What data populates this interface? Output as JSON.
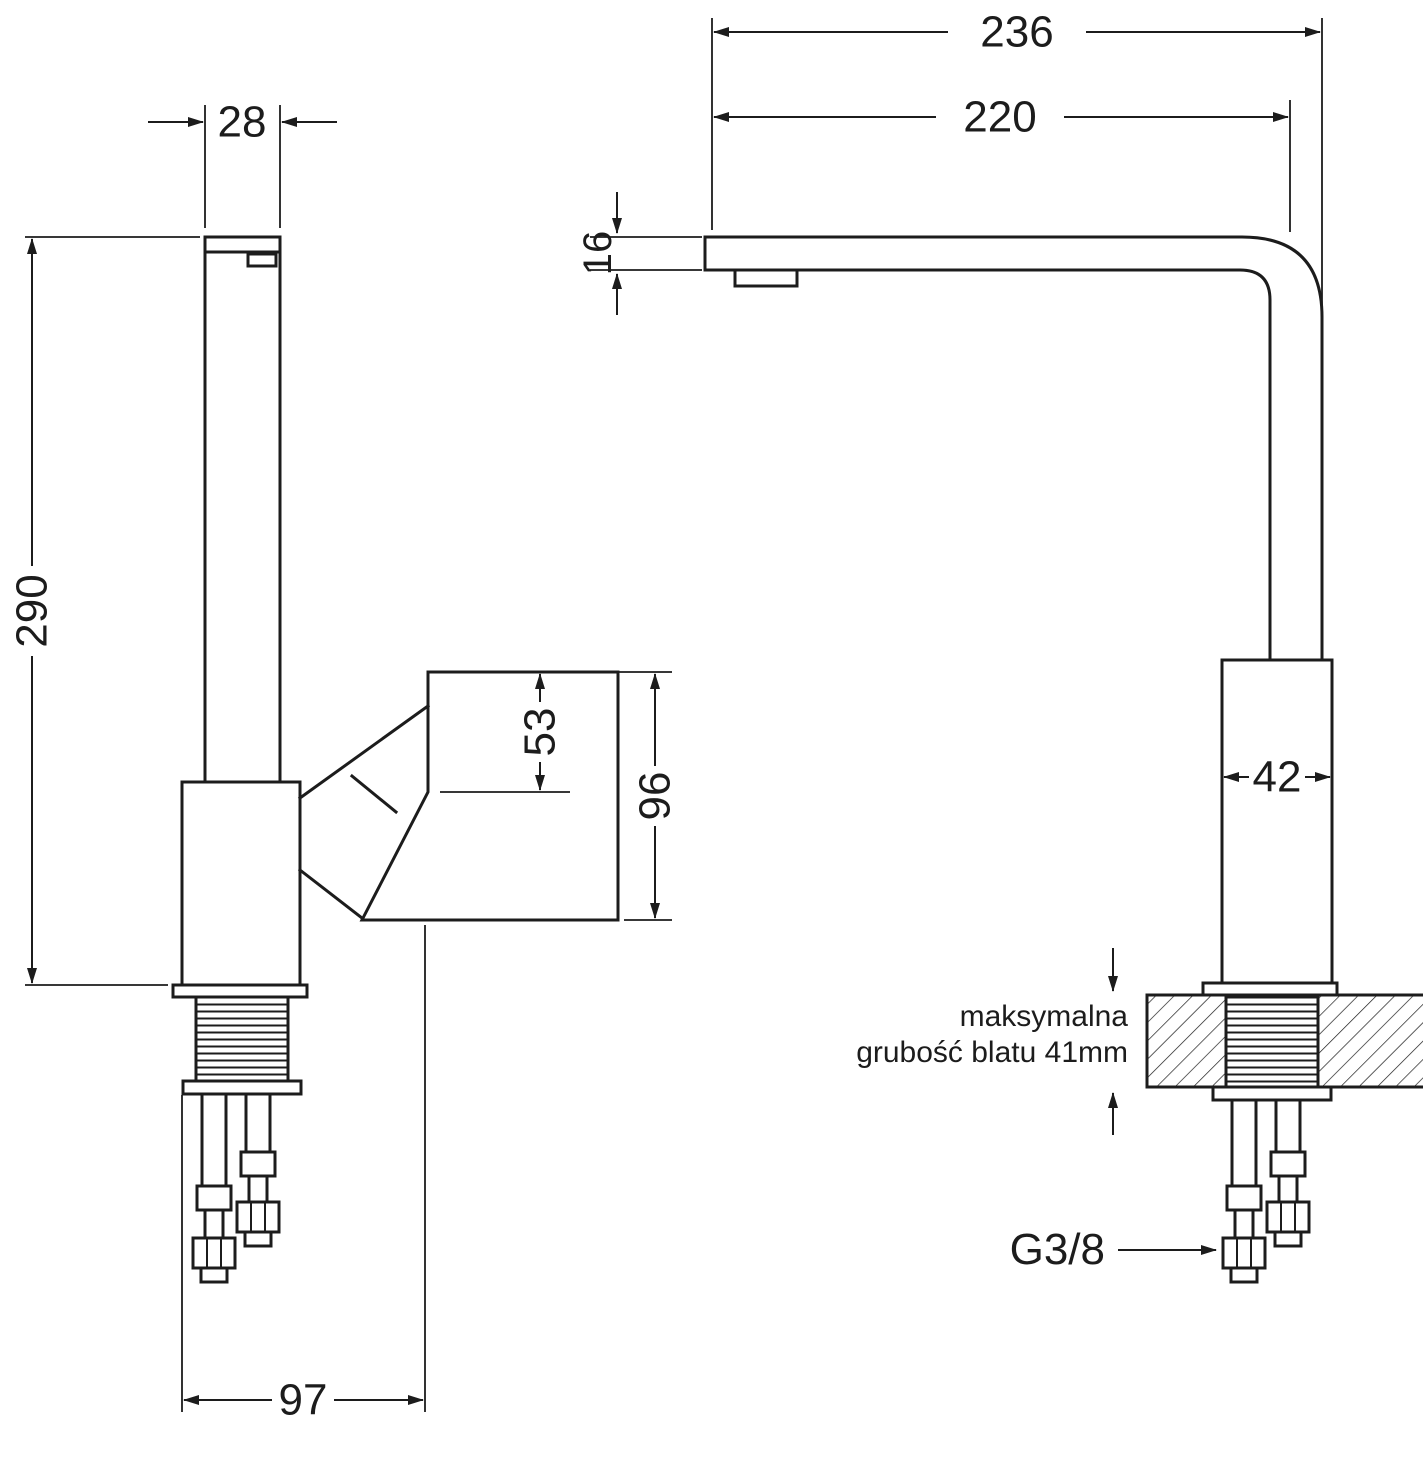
{
  "drawing": {
    "type": "technical-dimension-drawing",
    "subject": "kitchen faucet two-view drawing",
    "colors": {
      "line": "#1c1c1c",
      "background": "#ffffff"
    },
    "side_view": {
      "spout_width": "28",
      "total_height": "290",
      "handle_upper": "53",
      "handle_height": "96",
      "base_depth": "97"
    },
    "front_view": {
      "overall_reach": "236",
      "spout_reach": "220",
      "spout_thickness": "16",
      "body_width": "42",
      "counter_note_line1": "maksymalna",
      "counter_note_line2": "grubość blatu 41mm",
      "connection_thread": "G3/8"
    }
  }
}
